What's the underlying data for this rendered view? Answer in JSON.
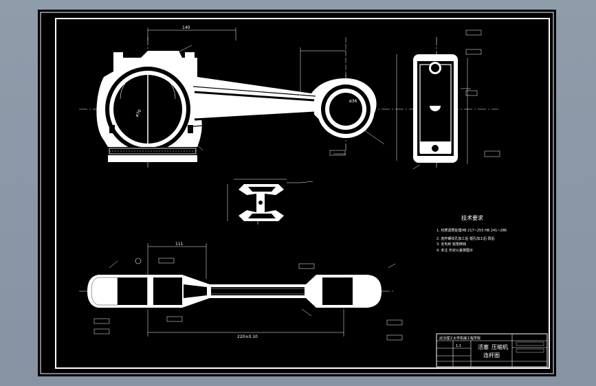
{
  "notes": {
    "title": "技术要求",
    "items": [
      "1. 材质调质处理HB 217~255 HB 241~286",
      "2. 连杆螺纹孔加工后 镗孔加工后 再后",
      "3. 去毛刺 锐角倒钝",
      "4. 未注 形状公差按图示"
    ]
  },
  "title_block": {
    "school": "武汉理工大学机械工程学院",
    "part_name": "压缩机",
    "part_name_2": "连杆图",
    "prefix": "活塞",
    "scale": "1:1"
  },
  "dims": {
    "top_length": "140",
    "bottom_length": "111",
    "bottom_total": "220±0.10",
    "bore_small": "ø36",
    "bore_big": "ø70"
  },
  "colors": {
    "paper": "#000000",
    "line": "#ffffff",
    "frame_bg": "#8f9caa"
  }
}
